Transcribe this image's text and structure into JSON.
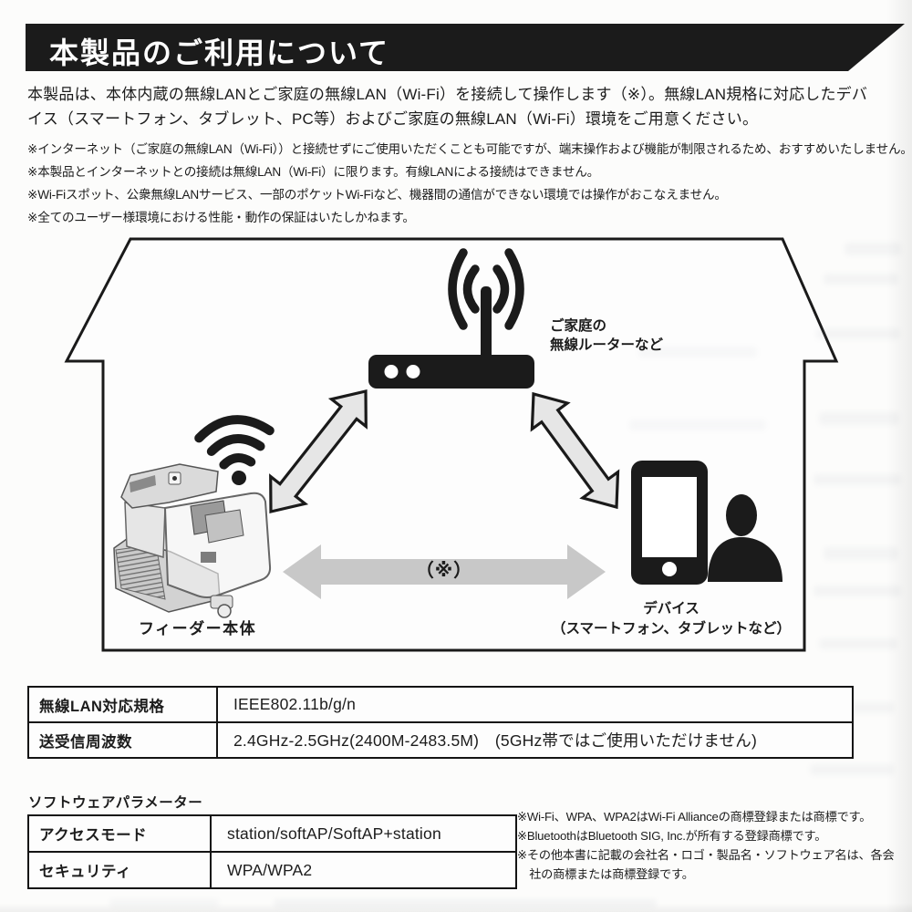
{
  "header": {
    "title": "本製品のご利用について"
  },
  "intro": "本製品は、本体内蔵の無線LANとご家庭の無線LAN（Wi-Fi）を接続して操作します（※）。無線LAN規格に対応したデバイス（スマートフォン、タブレット、PC等）およびご家庭の無線LAN（Wi-Fi）環境をご用意ください。",
  "usage_notes": [
    "※インターネット（ご家庭の無線LAN（Wi-Fi））と接続せずにご使用いただくことも可能ですが、端末操作および機能が制限されるため、おすすめいたしません。",
    "※本製品とインターネットとの接続は無線LAN（Wi-Fi）に限ります。有線LANによる接続はできません。",
    "※Wi-Fiスポット、公衆無線LANサービス、一部のポケットWi-Fiなど、機器間の通信ができない環境では操作がおこなえません。",
    "※全てのユーザー様環境における性能・動作の保証はいたしかねます。"
  ],
  "diagram": {
    "router_label": [
      "ご家庭の",
      "無線ルーターなど"
    ],
    "feeder_label": "フィーダー本体",
    "device_label": [
      "デバイス",
      "（スマートフォン、タブレットなど）"
    ],
    "arrow_note": "（※）"
  },
  "spec_table": {
    "rows": [
      {
        "label": "無線LAN対応規格",
        "value": "IEEE802.11b/g/n"
      },
      {
        "label": "送受信周波数",
        "value": "2.4GHz-2.5GHz(2400M-2483.5M)　(5GHz帯ではご使用いただけません)"
      }
    ]
  },
  "software_params": {
    "heading": "ソフトウェアパラメーター",
    "rows": [
      {
        "label": "アクセスモード",
        "value": "station/softAP/SoftAP+station"
      },
      {
        "label": "セキュリティ",
        "value": "WPA/WPA2"
      }
    ]
  },
  "trademark_notes": [
    "※Wi-Fi、WPA、WPA2はWi-Fi Allianceの商標登録または商標です。",
    "※BluetoothはBluetooth SIG, Inc.が所有する登録商標です。",
    "※その他本書に記載の会社名・ロゴ・製品名・ソフトウェア名は、各会社の商標または商標登録です。"
  ],
  "colors": {
    "header_bg": "#1b1b1b",
    "ink": "#1c1c1c",
    "arrow_gray": "#c8c8c8",
    "outline_arrow_fill": "#e6e6e6",
    "paper": "#fcfcfb"
  }
}
